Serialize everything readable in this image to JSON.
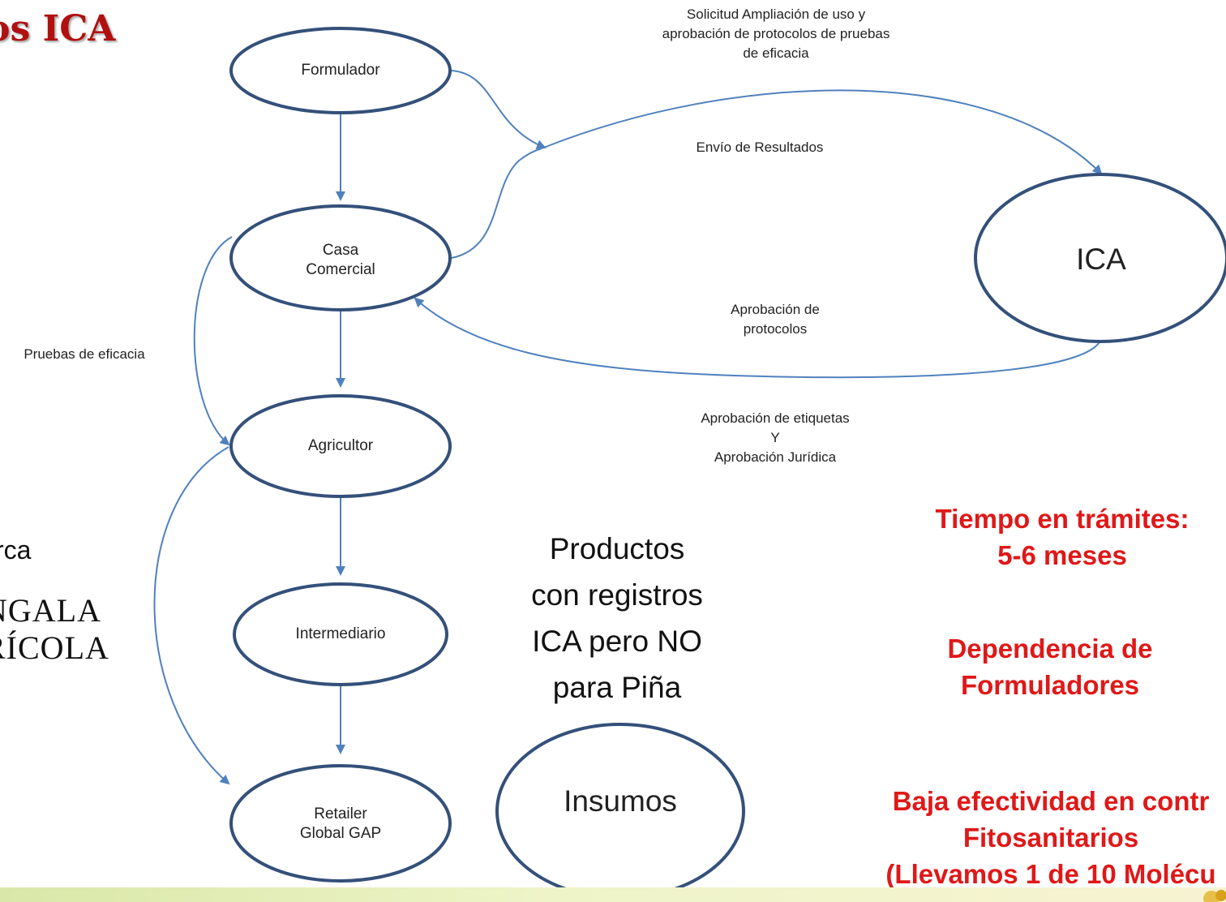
{
  "title": "ros ICA",
  "nodes": {
    "formulador": "Formulador",
    "casa": [
      "Casa",
      "Comercial"
    ],
    "agricultor": "Agricultor",
    "intermediario": "Intermediario",
    "retailer": [
      "Retailer",
      "Global GAP"
    ],
    "ica": "ICA",
    "insumos": "Insumos"
  },
  "edge_labels": {
    "solicitud": [
      "Solicitud Ampliación de uso y",
      "aprobación de protocolos de pruebas",
      "de eficacia"
    ],
    "envio": "Envío de Resultados",
    "aprobacion_protocolos": [
      "Aprobación de",
      "protocolos"
    ],
    "aprobacion_etiquetas": [
      "Aprobación de etiquetas",
      "Y",
      "Aprobación Jurídica"
    ],
    "pruebas": "Pruebas de eficacia"
  },
  "left_text": {
    "marca": "rca",
    "brand": [
      "NGALA",
      "RÍCOLA"
    ]
  },
  "productos": [
    "Productos",
    "con registros",
    "ICA pero NO",
    "para Piña"
  ],
  "red_notes": {
    "tiempo": [
      "Tiempo en trámites:",
      "5-6 meses"
    ],
    "dependencia": [
      "Dependencia de",
      "Formuladores"
    ],
    "baja": [
      "Baja efectividad en contr",
      "Fitosanitarios",
      "(Llevamos 1 de 10 Molécu"
    ]
  },
  "colors": {
    "node_stroke": "#34507a",
    "arrow": "#4f81bd",
    "title": "#b01010",
    "notes": "#e01818"
  }
}
